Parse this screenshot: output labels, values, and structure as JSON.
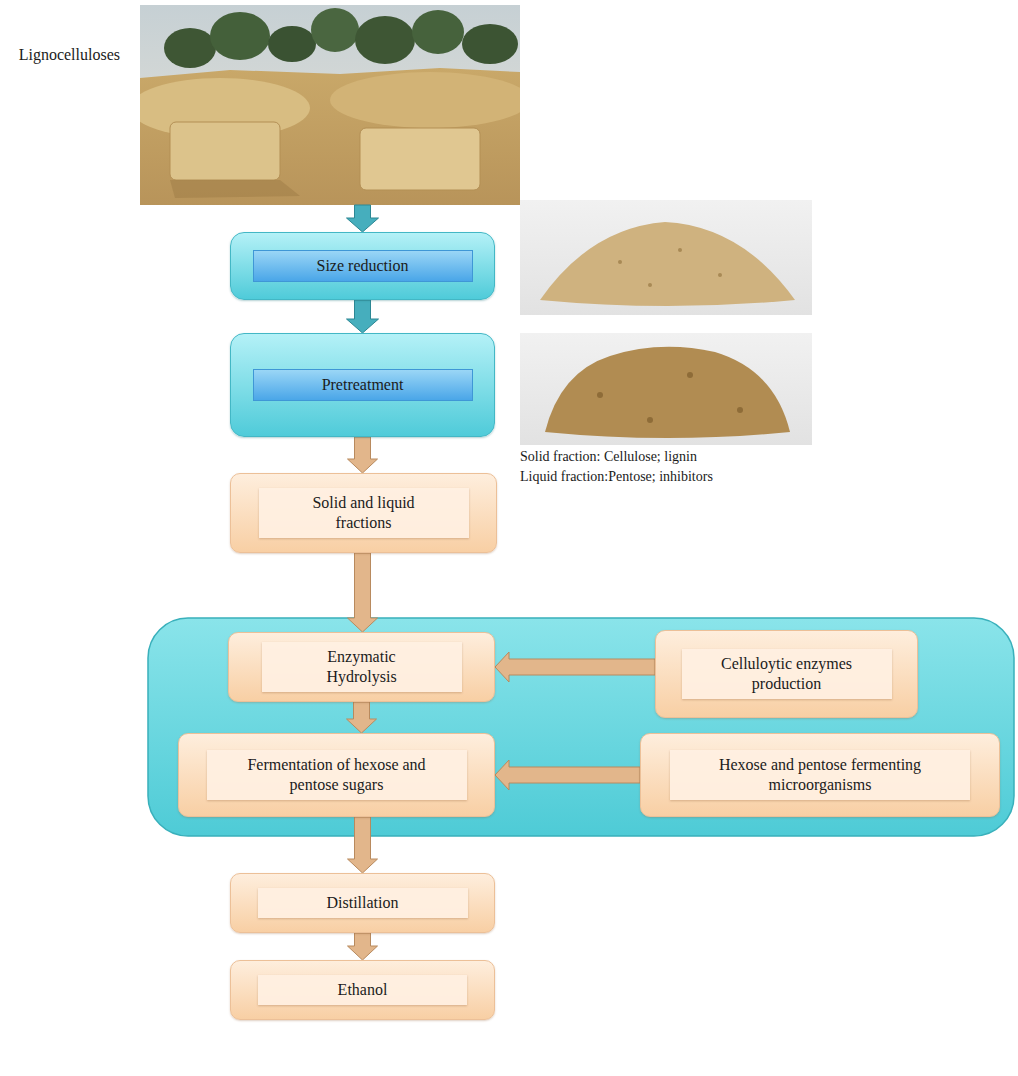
{
  "diagram": {
    "nodes": [
      {
        "text": [
          "Lignocelluloses"
        ]
      },
      {
        "text": [
          "Size reduction"
        ]
      },
      {
        "text": [
          "Pretreatment"
        ]
      },
      {
        "text": [
          "Solid and liquid fractions"
        ]
      },
      {
        "text": [
          "Enzymatic Hydrolysis"
        ]
      },
      {
        "text": [
          "Celluloytic enzymes production"
        ]
      },
      {
        "text": [
          "Fermentation of hexose and pentose sugars"
        ]
      },
      {
        "text": [
          "Hexose and pentose fermenting microorganisms"
        ]
      },
      {
        "text": [
          "Distillation"
        ]
      },
      {
        "text": [
          "Ethanol"
        ]
      }
    ],
    "edges": [
      {
        "from": 0,
        "to": 1,
        "arrow": "to"
      },
      {
        "from": 1,
        "to": 2,
        "arrow": "to"
      },
      {
        "from": 2,
        "to": 3,
        "arrow": "to"
      },
      {
        "from": 3,
        "to": 4,
        "arrow": "to"
      },
      {
        "from": 5,
        "to": 4,
        "arrow": "to"
      },
      {
        "from": 4,
        "to": 6,
        "arrow": "to"
      },
      {
        "from": 7,
        "to": 6,
        "arrow": "to"
      },
      {
        "from": 6,
        "to": 8,
        "arrow": "to"
      },
      {
        "from": 8,
        "to": 9,
        "arrow": "to"
      }
    ],
    "labels": [
      "Solid fraction: Cellulose; lignin",
      "Liquid fraction:Pentose; inhibitors"
    ]
  }
}
